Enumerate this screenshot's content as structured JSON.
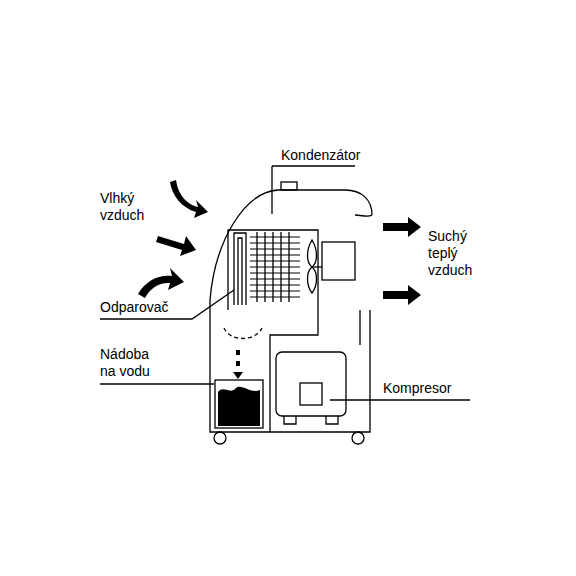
{
  "diagram": {
    "labels": [
      "Kondenzátor",
      "Vlhký vzduch",
      "Odparovač",
      "Nádoba na vodu",
      "Suchý teplý vzduch",
      "Kompresor"
    ]
  }
}
